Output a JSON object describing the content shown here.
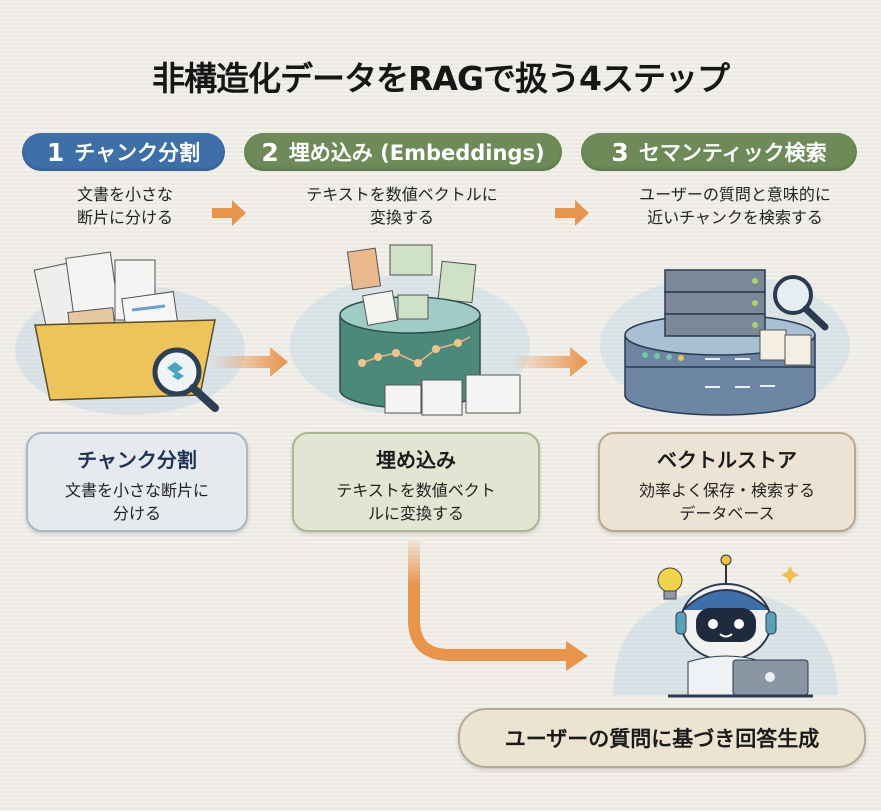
{
  "title": "非構造化データをRAGで扱う4ステップ",
  "steps": [
    {
      "number": "1",
      "label": "チャンク分割",
      "description_line1": "文書を小さな",
      "description_line2": "断片に分ける",
      "color": "#3e6fa8"
    },
    {
      "number": "2",
      "label": "埋め込み (Embeddings)",
      "description_line1": "テキストを数値ベクトルに",
      "description_line2": "変換する",
      "color": "#6d8a58"
    },
    {
      "number": "3",
      "label": "セマンティック検索",
      "description_line1": "ユーザーの質問と意味的に",
      "description_line2": "近いチャンクを検索する",
      "color": "#6d8a58"
    }
  ],
  "cards": [
    {
      "title": "チャンク分割",
      "line1": "文書を小さな断片に",
      "line2": "分ける"
    },
    {
      "title": "埋め込み",
      "line1": "テキストを数値ベクト",
      "line2": "ルに変換する"
    },
    {
      "title": "ベクトルストア",
      "line1": "効率よく保存・検索する",
      "line2": "データベース"
    }
  ],
  "final_step": {
    "label": "ユーザーの質問に基づき回答生成"
  },
  "icons": {
    "step1": "folder-documents-magnifier-icon",
    "step2": "vector-database-cylinder-icon",
    "step3": "server-stack-database-icon",
    "step4": "robot-laptop-lightbulb-icon",
    "arrow": "arrow-right-icon"
  },
  "colors": {
    "arrow": "#e8944a",
    "background": "#efece6"
  }
}
